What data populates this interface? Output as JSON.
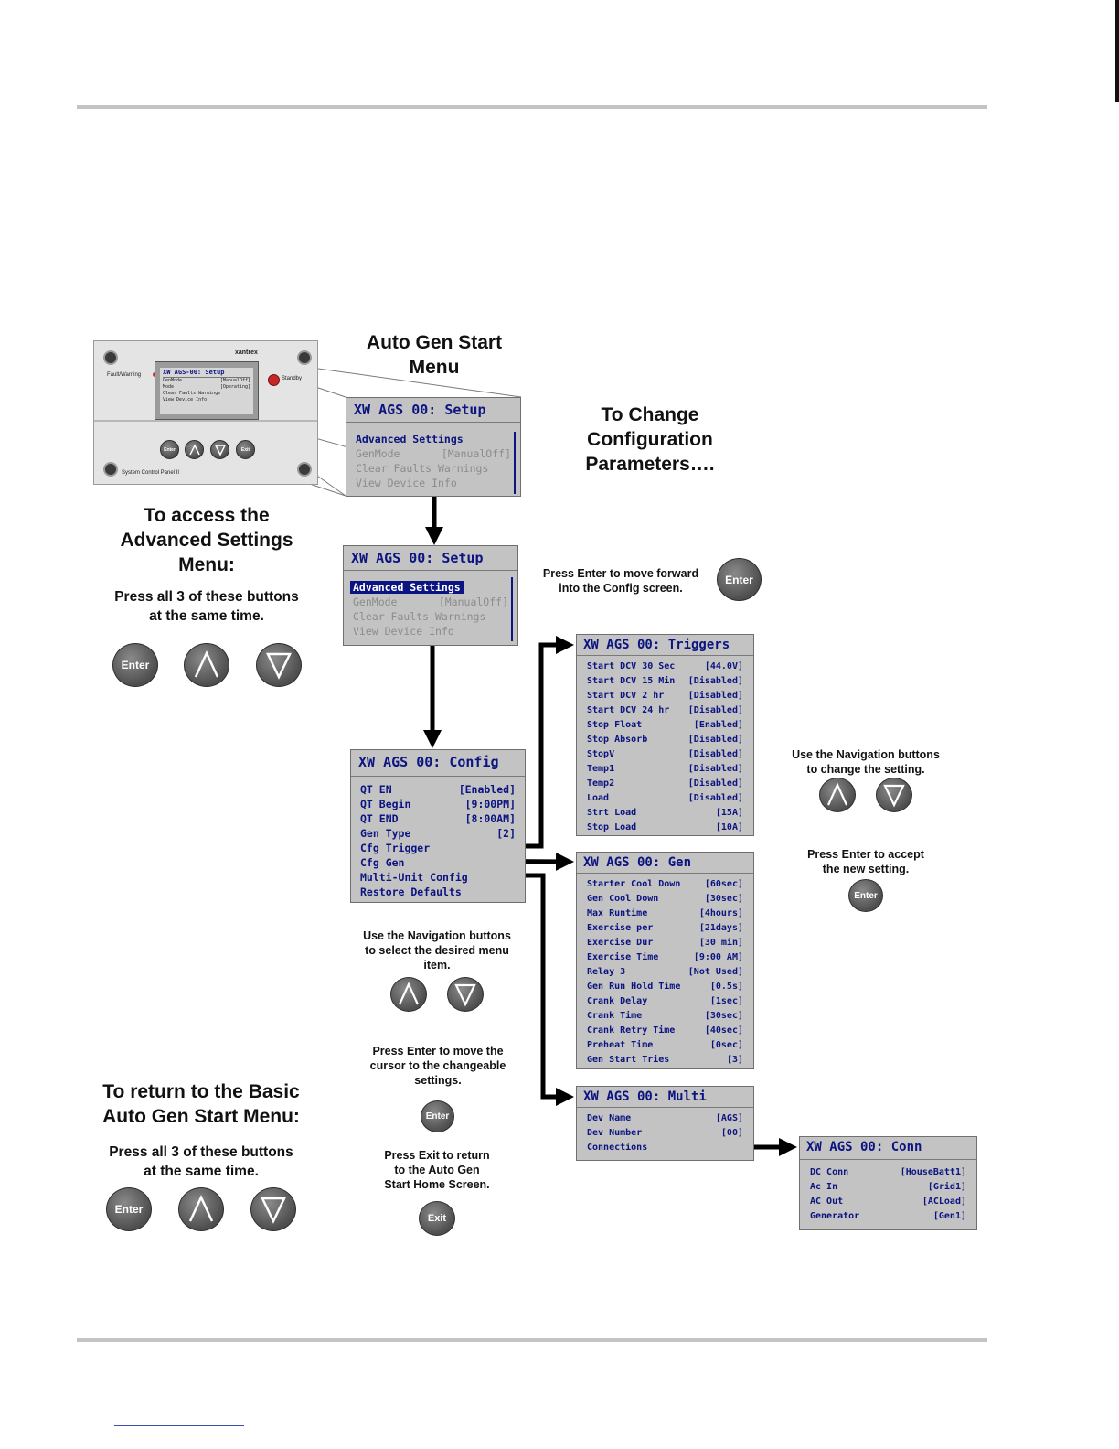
{
  "headings": {
    "auto_gen_title": [
      "Auto Gen Start",
      "Menu"
    ],
    "to_change": [
      "To Change",
      "Configuration",
      "Parameters…."
    ],
    "to_access": [
      "To access the",
      "Advanced Settings",
      "Menu:"
    ],
    "press_all_3": [
      "Press all 3 of these buttons",
      "at the same time."
    ],
    "to_return": [
      "To return to the Basic",
      "Auto Gen Start Menu:"
    ],
    "press_all_3_return": [
      "Press all 3 of these buttons",
      "at the same time."
    ]
  },
  "notes": {
    "press_enter_forward": [
      "Press Enter to move forward",
      "into the Config screen."
    ],
    "use_nav_change": [
      "Use the Navigation buttons",
      "to change the setting."
    ],
    "press_enter_accept": [
      "Press Enter to accept",
      "the new setting."
    ],
    "use_nav_select": [
      "Use the Navigation buttons",
      "to select the desired menu",
      "item."
    ],
    "press_enter_cursor": [
      "Press Enter to move the",
      "cursor to the changeable",
      "settings."
    ],
    "press_exit": [
      "Press Exit to return",
      "to the Auto Gen",
      "Start Home Screen."
    ]
  },
  "buttons": {
    "enter": "Enter",
    "exit": "Exit"
  },
  "panel": {
    "brand": "xantrex",
    "fault_label": "Fault/Warning",
    "standby_label": "Standby",
    "model_label": "System Control Panel II",
    "screen_title": "XW AGS-00: Setup",
    "screen_rows": [
      {
        "label": "GenMode",
        "value": "[ManualOff]"
      },
      {
        "label": "Mode",
        "value": "[Operating]"
      },
      {
        "label": "Clear Faults Warnings",
        "value": ""
      },
      {
        "label": "View Device Info",
        "value": ""
      }
    ],
    "btn_enter": "Enter",
    "btn_exit": "Exit"
  },
  "screens": {
    "setup1": {
      "title": "XW AGS 00: Setup",
      "rows": [
        {
          "label": "Advanced Settings",
          "value": "",
          "state": "normal"
        },
        {
          "label": "GenMode",
          "value": "[ManualOff]",
          "state": "dim"
        },
        {
          "label": "Clear Faults Warnings",
          "value": "",
          "state": "dim"
        },
        {
          "label": "View Device Info",
          "value": "",
          "state": "dim"
        }
      ]
    },
    "setup2": {
      "title": "XW AGS 00: Setup",
      "rows": [
        {
          "label": "Advanced Settings",
          "value": "",
          "state": "highlight"
        },
        {
          "label": "GenMode",
          "value": "[ManualOff]",
          "state": "dim"
        },
        {
          "label": "Clear Faults Warnings",
          "value": "",
          "state": "dim"
        },
        {
          "label": "View Device Info",
          "value": "",
          "state": "dim"
        }
      ]
    },
    "config": {
      "title": "XW AGS 00: Config",
      "rows": [
        {
          "label": "QT EN",
          "value": "[Enabled]"
        },
        {
          "label": "QT Begin",
          "value": "[9:00PM]"
        },
        {
          "label": "QT END",
          "value": "[8:00AM]"
        },
        {
          "label": "Gen Type",
          "value": "[2]"
        },
        {
          "label": "Cfg Trigger",
          "value": ""
        },
        {
          "label": "Cfg Gen",
          "value": ""
        },
        {
          "label": "Multi-Unit Config",
          "value": ""
        },
        {
          "label": "Restore Defaults",
          "value": ""
        }
      ]
    },
    "triggers": {
      "title": "XW AGS 00: Triggers",
      "rows": [
        {
          "label": "Start DCV 30 Sec",
          "value": "[44.0V]"
        },
        {
          "label": "Start DCV 15 Min",
          "value": "[Disabled]"
        },
        {
          "label": "Start DCV 2 hr",
          "value": "[Disabled]"
        },
        {
          "label": "Start DCV 24 hr",
          "value": "[Disabled]"
        },
        {
          "label": "Stop Float",
          "value": "[Enabled]"
        },
        {
          "label": "Stop Absorb",
          "value": "[Disabled]"
        },
        {
          "label": "StopV",
          "value": "[Disabled]"
        },
        {
          "label": "Temp1",
          "value": "[Disabled]"
        },
        {
          "label": "Temp2",
          "value": "[Disabled]"
        },
        {
          "label": "Load",
          "value": "[Disabled]"
        },
        {
          "label": "Strt Load",
          "value": "[15A]"
        },
        {
          "label": "Stop Load",
          "value": "[10A]"
        }
      ]
    },
    "gen": {
      "title": "XW AGS 00: Gen",
      "rows": [
        {
          "label": "Starter Cool Down",
          "value": "[60sec]"
        },
        {
          "label": "Gen Cool Down",
          "value": "[30sec]"
        },
        {
          "label": "Max Runtime",
          "value": "[4hours]"
        },
        {
          "label": "Exercise per",
          "value": "[21days]"
        },
        {
          "label": "Exercise Dur",
          "value": "[30 min]"
        },
        {
          "label": "Exercise Time",
          "value": "[9:00 AM]"
        },
        {
          "label": "Relay 3",
          "value": "[Not Used]"
        },
        {
          "label": "Gen Run Hold Time",
          "value": "[0.5s]"
        },
        {
          "label": "Crank Delay",
          "value": "[1sec]"
        },
        {
          "label": "Crank Time",
          "value": "[30sec]"
        },
        {
          "label": "Crank Retry Time",
          "value": "[40sec]"
        },
        {
          "label": "Preheat Time",
          "value": "[0sec]"
        },
        {
          "label": "Gen Start Tries",
          "value": "[3]"
        }
      ]
    },
    "multi": {
      "title": "XW AGS 00: Multi",
      "rows": [
        {
          "label": "Dev Name",
          "value": "[AGS]"
        },
        {
          "label": "Dev Number",
          "value": "[00]"
        },
        {
          "label": "Connections",
          "value": ""
        }
      ]
    },
    "conn": {
      "title": "XW AGS 00: Conn",
      "rows": [
        {
          "label": "DC Conn",
          "value": "[HouseBatt1]"
        },
        {
          "label": "Ac In",
          "value": "[Grid1]"
        },
        {
          "label": "AC Out",
          "value": "[ACLoad]"
        },
        {
          "label": "Generator",
          "value": "[Gen1]"
        }
      ]
    }
  },
  "colors": {
    "lcd_background": "#c3c3c3",
    "lcd_text": "#0b1480",
    "lcd_dim_text": "#8c8c8c",
    "button_gray": "#5a5a5a",
    "arrow": "#000000"
  },
  "icons": [
    "up-arrow-icon",
    "down-arrow-icon",
    "enter-button-icon",
    "exit-button-icon"
  ]
}
